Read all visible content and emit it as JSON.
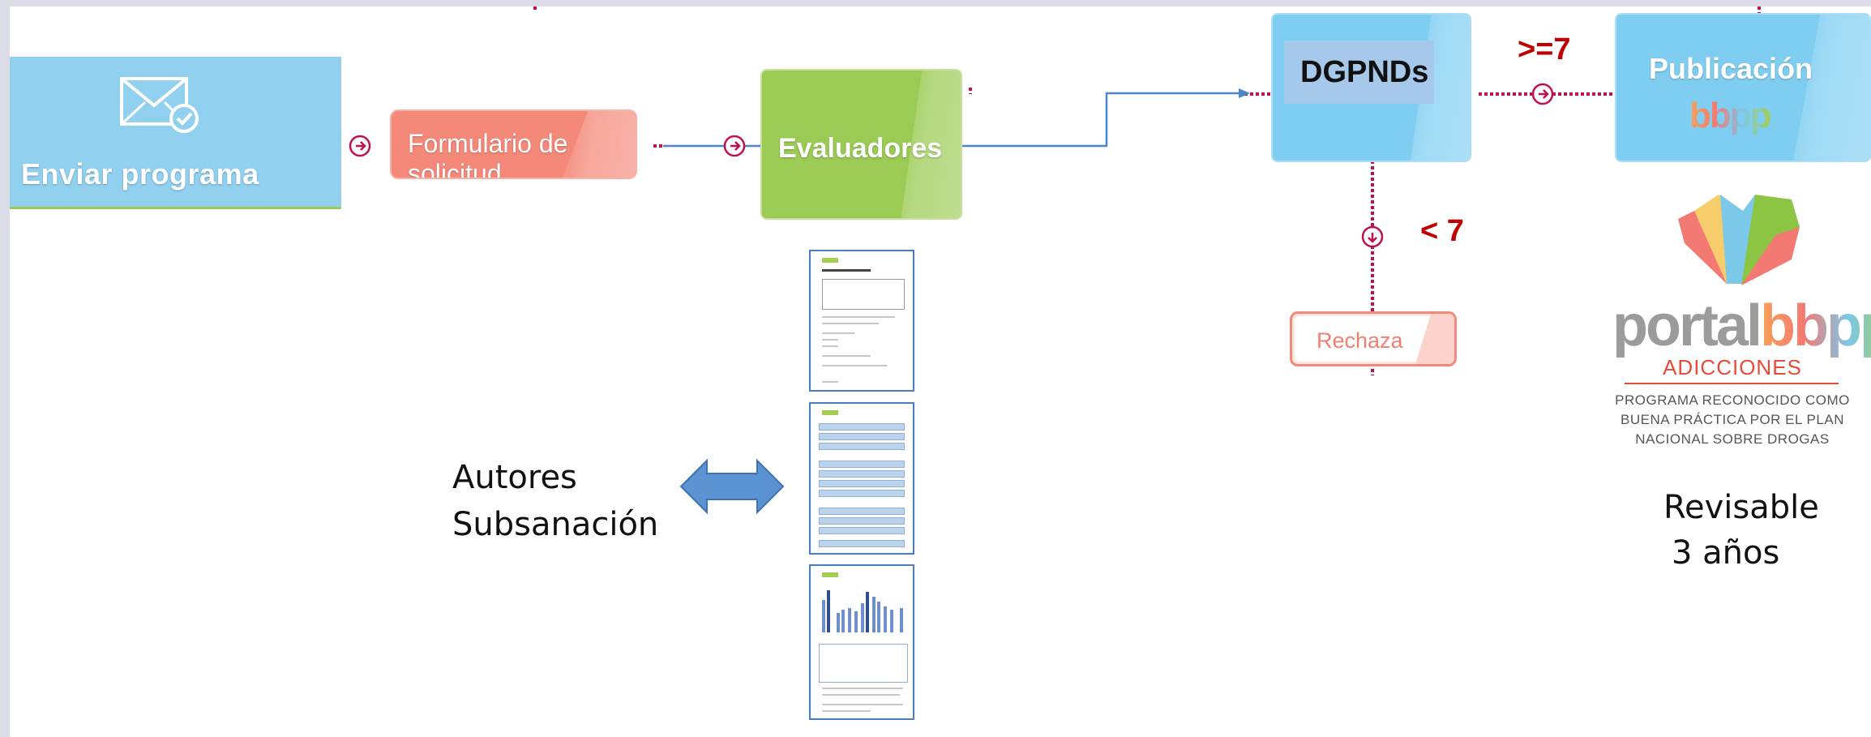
{
  "colors": {
    "blue_box": "#92d0ef",
    "light_blue_box": "#7fcef1",
    "salmon": "#f4897a",
    "green": "#9ccb55",
    "dashed_line": "#c0124a",
    "connector_blue": "#4a86c8",
    "threshold_red": "#c00000"
  },
  "nodes": {
    "enviar": {
      "label": "Enviar programa",
      "icon": "envelope-check-icon"
    },
    "formulario": {
      "label": "Formulario de solicitud"
    },
    "evaluadores": {
      "label": "Evaluadores"
    },
    "dgpnds": {
      "label": "DGPNDs"
    },
    "publicacion": {
      "label": "Publicación",
      "logo_text": "bbpp"
    },
    "rechaza": {
      "label": "Rechaza"
    }
  },
  "thresholds": {
    "pass": ">=7",
    "fail": "< 7"
  },
  "authors": {
    "line1": "Autores",
    "line2": "Subsanación"
  },
  "portal": {
    "wordmark_left": "portal",
    "wordmark_right": "bbpp",
    "category": "ADICCIONES",
    "recognition": [
      "PROGRAMA RECONOCIDO COMO",
      "BUENA PRÁCTICA POR EL PLAN",
      "NACIONAL SOBRE DROGAS"
    ]
  },
  "review": {
    "line1": "Revisable",
    "line2": "3 años"
  }
}
